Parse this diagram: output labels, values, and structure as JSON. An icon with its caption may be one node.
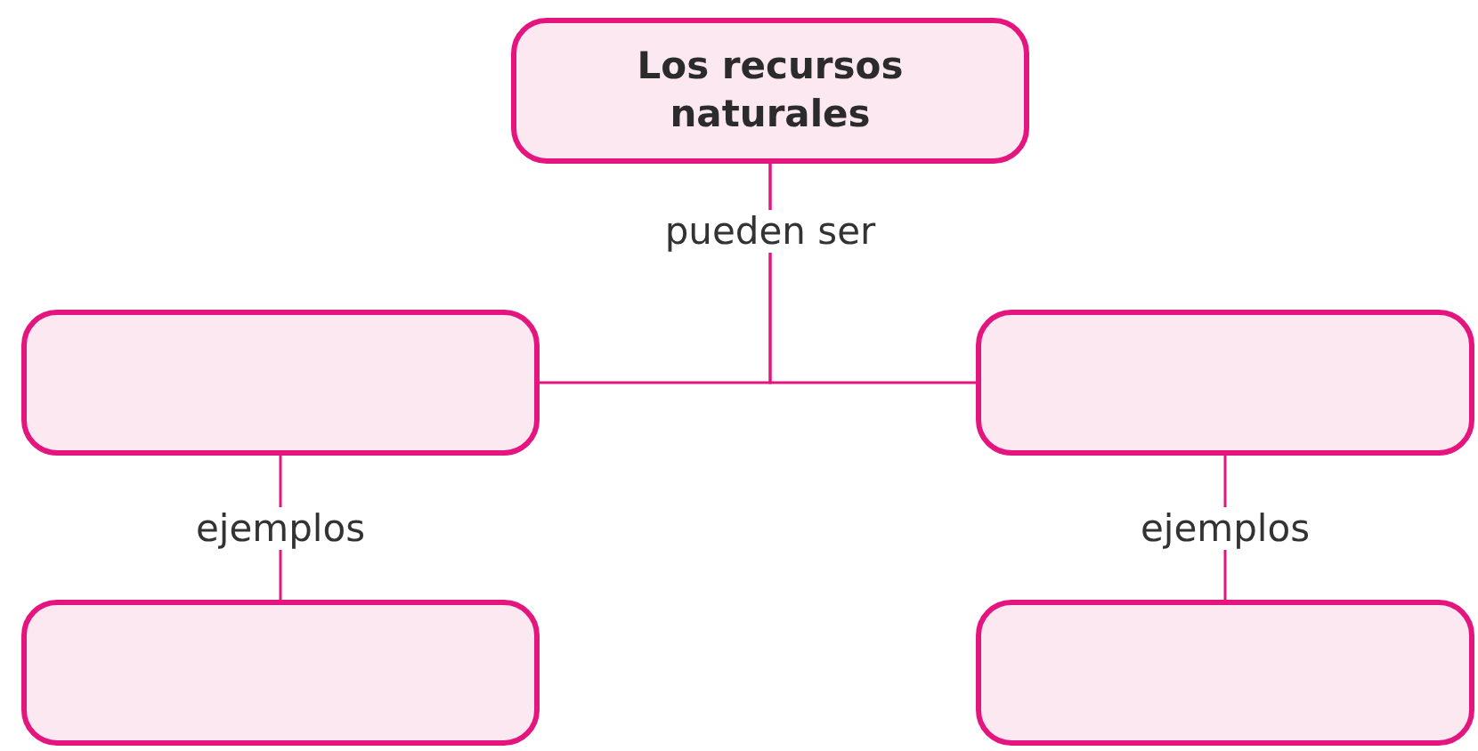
{
  "diagram": {
    "nodes": [
      {
        "text": [
          "Los recursos naturales"
        ]
      },
      {
        "text": [],
        "shape": "box"
      },
      {
        "text": [],
        "shape": "box"
      },
      {
        "text": [],
        "shape": "box"
      },
      {
        "text": [],
        "shape": "box"
      }
    ],
    "edges": [
      {
        "from": 0,
        "to": 1,
        "arrow": "none",
        "label": "pueden ser"
      },
      {
        "from": 0,
        "to": 2,
        "arrow": "none"
      },
      {
        "from": 1,
        "to": 3,
        "arrow": "none",
        "label": "ejemplos"
      },
      {
        "from": 2,
        "to": 4,
        "arrow": "none",
        "label": "ejemplos"
      }
    ]
  }
}
